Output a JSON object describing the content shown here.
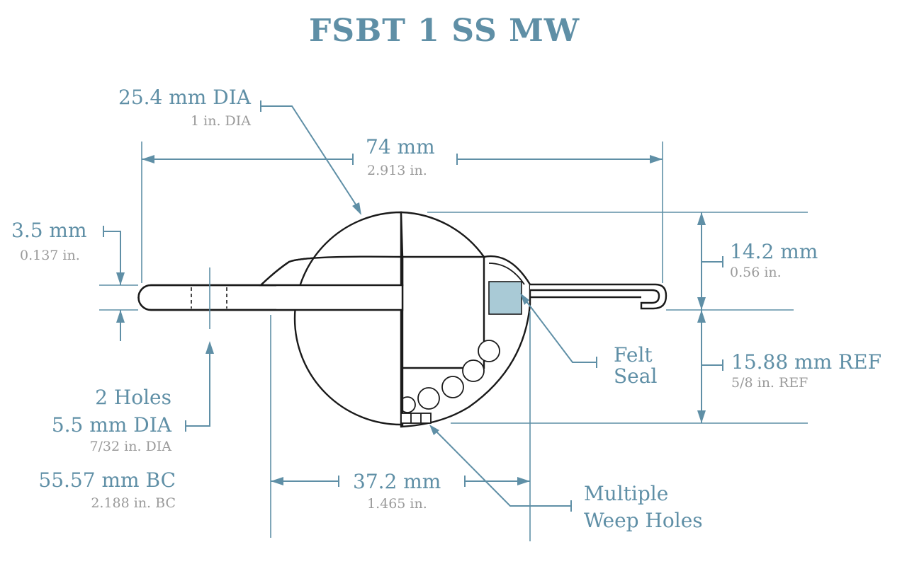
{
  "title": "FSBT 1 SS MW",
  "colors": {
    "accent": "#5f8fa6",
    "secondary_text": "#9a9a9a",
    "felt": "#a9cad6",
    "outline": "#1a1a1a"
  },
  "dimensions": {
    "ball_dia": {
      "metric": "25.4 mm DIA",
      "imperial": "1 in. DIA"
    },
    "overall_length": {
      "metric": "74 mm",
      "imperial": "2.913 in."
    },
    "flange_thickness": {
      "metric": "3.5 mm",
      "imperial": "0.137 in."
    },
    "height_above": {
      "metric": "14.2 mm",
      "imperial": "0.56 in."
    },
    "height_below": {
      "metric": "15.88 mm REF",
      "imperial": "5/8 in. REF"
    },
    "holes": {
      "count": "2 Holes",
      "metric": "5.5 mm DIA",
      "imperial": "7/32 in. DIA"
    },
    "bolt_circle": {
      "metric": "55.57 mm BC",
      "imperial": "2.188 in. BC"
    },
    "body_width": {
      "metric": "37.2 mm",
      "imperial": "1.465 in."
    }
  },
  "callouts": {
    "felt_seal": [
      "Felt",
      "Seal"
    ],
    "weep_holes": [
      "Multiple",
      "Weep Holes"
    ]
  }
}
